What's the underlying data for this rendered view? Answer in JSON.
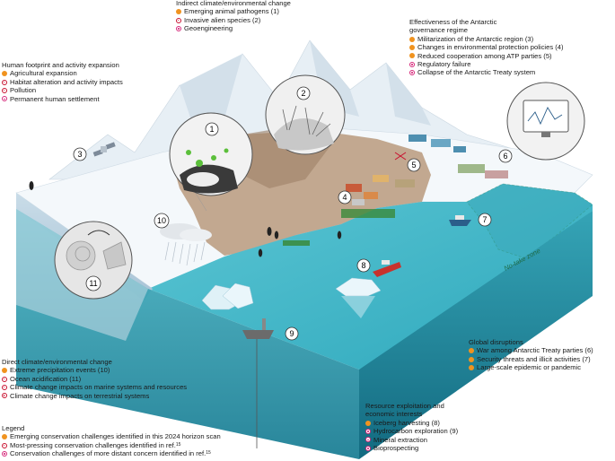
{
  "groups": {
    "indirect": {
      "title": "Indirect climate/environmental change",
      "items": [
        {
          "label": "Emerging animal pathogens (1)",
          "marker": "orange"
        },
        {
          "label": "Invasive alien species (2)",
          "marker": "red"
        },
        {
          "label": "Geoengineering",
          "marker": "pink"
        }
      ]
    },
    "governance": {
      "title_line1": "Effectiveness of the Antarctic",
      "title_line2": "governance regime",
      "items": [
        {
          "label": "Militarization of the Antarctic region (3)",
          "marker": "orange"
        },
        {
          "label": "Changes in environmental protection policies (4)",
          "marker": "orange"
        },
        {
          "label": "Reduced cooperation among ATP parties (5)",
          "marker": "orange"
        },
        {
          "label": " Regulatory failure",
          "marker": "pink"
        },
        {
          "label": "Collapse of the Antarctic Treaty system",
          "marker": "pink"
        }
      ]
    },
    "footprint": {
      "title": "Human footprint and activity expansion",
      "items": [
        {
          "label": "Agricultural expansion",
          "marker": "orange"
        },
        {
          "label": "Habitat alteration and activity impacts",
          "marker": "red"
        },
        {
          "label": "Pollution",
          "marker": "red"
        },
        {
          "label": "Permanent human settlement",
          "marker": "pink"
        }
      ]
    },
    "global": {
      "title": "Global disruptions",
      "items": [
        {
          "label": "War among Antarctic Treaty parties (6)",
          "marker": "orange"
        },
        {
          "label": "Security threats and illicit activities (7)",
          "marker": "orange"
        },
        {
          "label": "Large-scale epidemic or pandemic",
          "marker": "orange"
        }
      ]
    },
    "direct": {
      "title": "Direct climate/environmental change",
      "items": [
        {
          "label": "Extreme precipitation events (10)",
          "marker": "orange"
        },
        {
          "label": "Ocean acidification (11)",
          "marker": "red"
        },
        {
          "label": "Climate change impacts on marine systems and resources",
          "marker": "red"
        },
        {
          "label": "Climate change impacts on terrestrial systems",
          "marker": "red"
        }
      ]
    },
    "resource": {
      "title_line1": "Resource exploitation and",
      "title_line2": "economic interests",
      "items": [
        {
          "label": "Iceberg harvesting (8)",
          "marker": "orange"
        },
        {
          "label": "Hydrocarbon exploration (9)",
          "marker": "pink"
        },
        {
          "label": "Mineral extraction",
          "marker": "pink"
        },
        {
          "label": "Bioprospecting",
          "marker": "pink"
        }
      ]
    }
  },
  "legend": {
    "title": "Legend",
    "items": [
      {
        "label": "Emerging conservation challenges identified in this 2024 horizon scan",
        "marker": "orange"
      },
      {
        "label": "Most-pressing conservation challenges identified in ref. ",
        "sup": "15",
        "marker": "red"
      },
      {
        "label": "Conservation challenges of more distant concern identified in ref. ",
        "sup": "15",
        "marker": "pink"
      }
    ]
  },
  "scene": {
    "no_take_zone": "No-take zone",
    "numbers": [
      "1",
      "2",
      "3",
      "4",
      "5",
      "6",
      "7",
      "8",
      "9",
      "10",
      "11"
    ]
  },
  "colors": {
    "orange": "#f0931f",
    "red": "#c8102e",
    "pink": "#d6287a",
    "ocean": "#3fb6c8",
    "ocean_dark": "#1f8fa3",
    "land": "#b89a7c",
    "ice": "#dfe9f2"
  }
}
